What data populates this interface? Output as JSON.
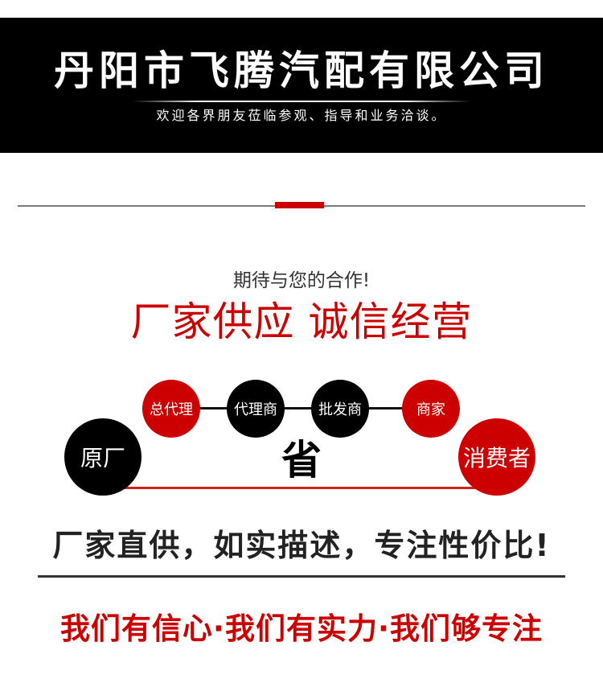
{
  "banner": {
    "company_name": "丹阳市飞腾汽配有限公司",
    "slogan": "欢迎各界朋友莅临参观、指导和业务洽谈。",
    "background_color": "#000000"
  },
  "intro": {
    "subtitle": "期待与您的合作!",
    "headline": "厂家供应 诚信经营",
    "accent_color": "#cc0000"
  },
  "supply_chain": {
    "source": "原厂",
    "intermediaries": [
      "总代理",
      "代理商",
      "批发商",
      "商家"
    ],
    "consumer": "消费者",
    "savings_label": "省"
  },
  "tagline": "厂家直供，如实描述，专注性价比!",
  "motto": "我们有信心·我们有实力·我们够专注"
}
